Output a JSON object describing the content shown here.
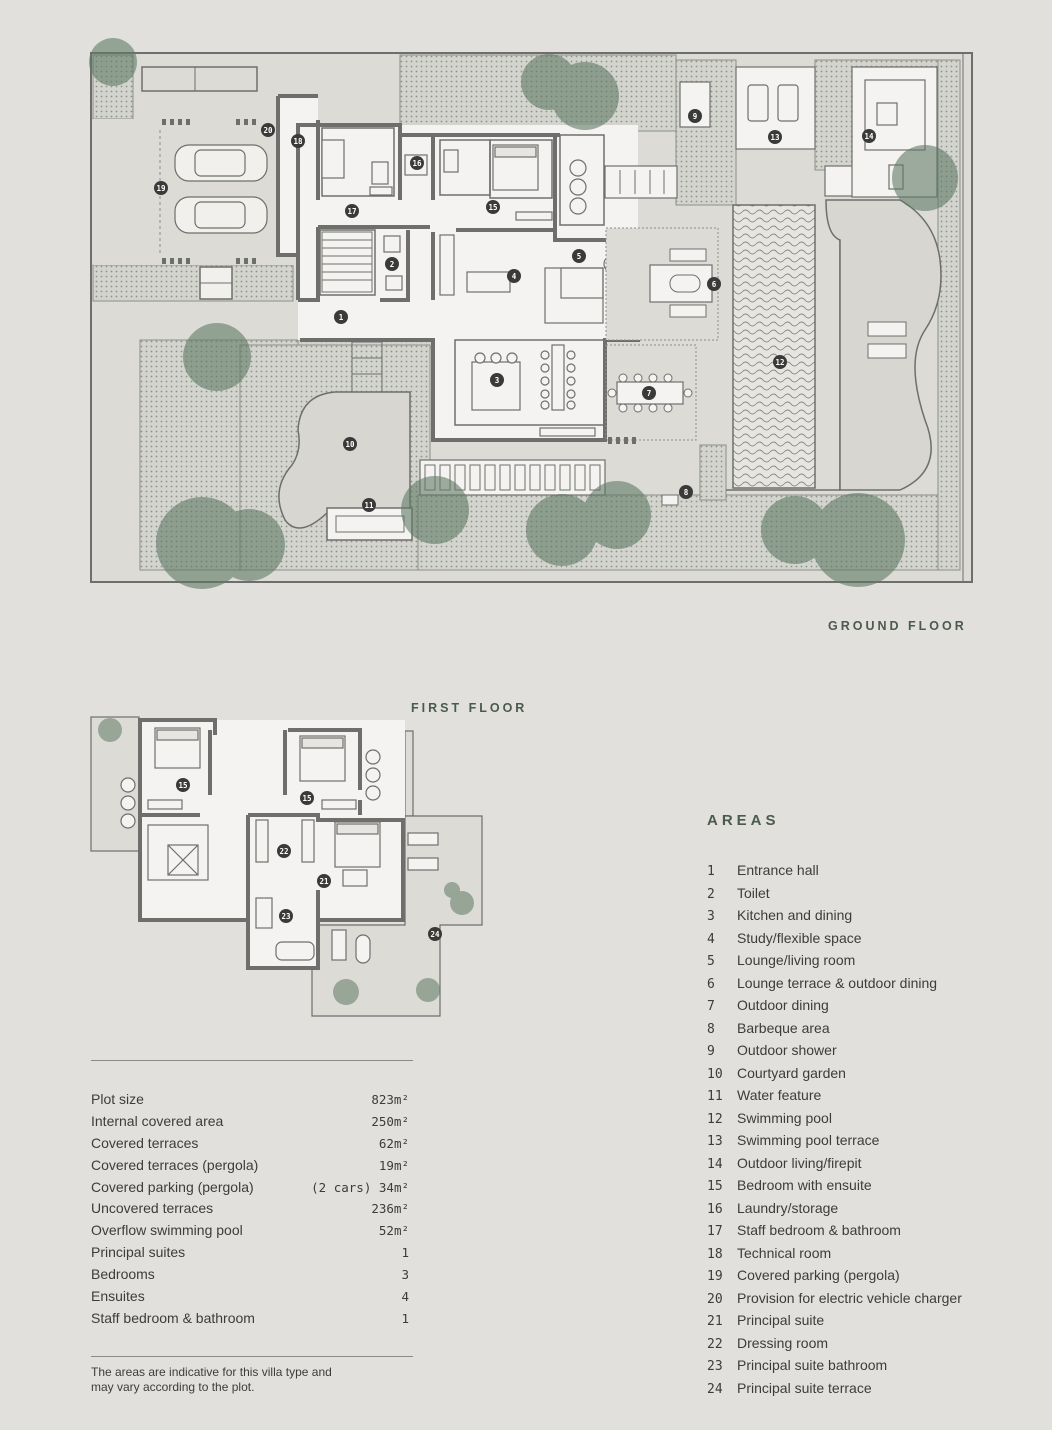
{
  "floors": {
    "ground_label": "GROUND FLOOR",
    "first_label": "FIRST FLOOR"
  },
  "areas": {
    "title": "AREAS",
    "items": [
      {
        "num": "1",
        "label": "Entrance hall"
      },
      {
        "num": "2",
        "label": "Toilet"
      },
      {
        "num": "3",
        "label": "Kitchen and dining"
      },
      {
        "num": "4",
        "label": "Study/flexible space"
      },
      {
        "num": "5",
        "label": "Lounge/living room"
      },
      {
        "num": "6",
        "label": "Lounge terrace & outdoor dining"
      },
      {
        "num": "7",
        "label": "Outdoor dining"
      },
      {
        "num": "8",
        "label": "Barbeque area"
      },
      {
        "num": "9",
        "label": "Outdoor shower"
      },
      {
        "num": "10",
        "label": "Courtyard garden"
      },
      {
        "num": "11",
        "label": "Water feature"
      },
      {
        "num": "12",
        "label": "Swimming pool"
      },
      {
        "num": "13",
        "label": "Swimming pool terrace"
      },
      {
        "num": "14",
        "label": "Outdoor living/firepit"
      },
      {
        "num": "15",
        "label": "Bedroom with ensuite"
      },
      {
        "num": "16",
        "label": "Laundry/storage"
      },
      {
        "num": "17",
        "label": "Staff bedroom & bathroom"
      },
      {
        "num": "18",
        "label": "Technical room"
      },
      {
        "num": "19",
        "label": "Covered parking (pergola)"
      },
      {
        "num": "20",
        "label": "Provision for electric vehicle charger"
      },
      {
        "num": "21",
        "label": "Principal suite"
      },
      {
        "num": "22",
        "label": "Dressing room"
      },
      {
        "num": "23",
        "label": "Principal suite bathroom"
      },
      {
        "num": "24",
        "label": "Principal suite terrace"
      }
    ]
  },
  "stats": [
    {
      "label": "Plot size",
      "value": "823m²"
    },
    {
      "label": "Internal covered area",
      "value": "250m²"
    },
    {
      "label": "Covered terraces",
      "value": "62m²"
    },
    {
      "label": "Covered terraces (pergola)",
      "value": "19m²"
    },
    {
      "label": "Covered parking (pergola)",
      "value": "(2 cars) 34m²"
    },
    {
      "label": "Uncovered terraces",
      "value": "236m²"
    },
    {
      "label": "Overflow swimming pool",
      "value": "52m²"
    },
    {
      "label": "Principal suites",
      "value": "1"
    },
    {
      "label": "Bedrooms",
      "value": "3"
    },
    {
      "label": "Ensuites",
      "value": "4"
    },
    {
      "label": "Staff bedroom & bathroom",
      "value": "1"
    }
  ],
  "note": "The areas are indicative for this villa type and may vary according to the plot.",
  "colors": {
    "background": "#e2e0dc",
    "wall": "#6e6f6c",
    "interior": "#f4f3f1",
    "garden": "#cfd1cb",
    "tree": "#5f7a64",
    "marker": "#3a3b39",
    "heading": "#4b5a4e"
  }
}
